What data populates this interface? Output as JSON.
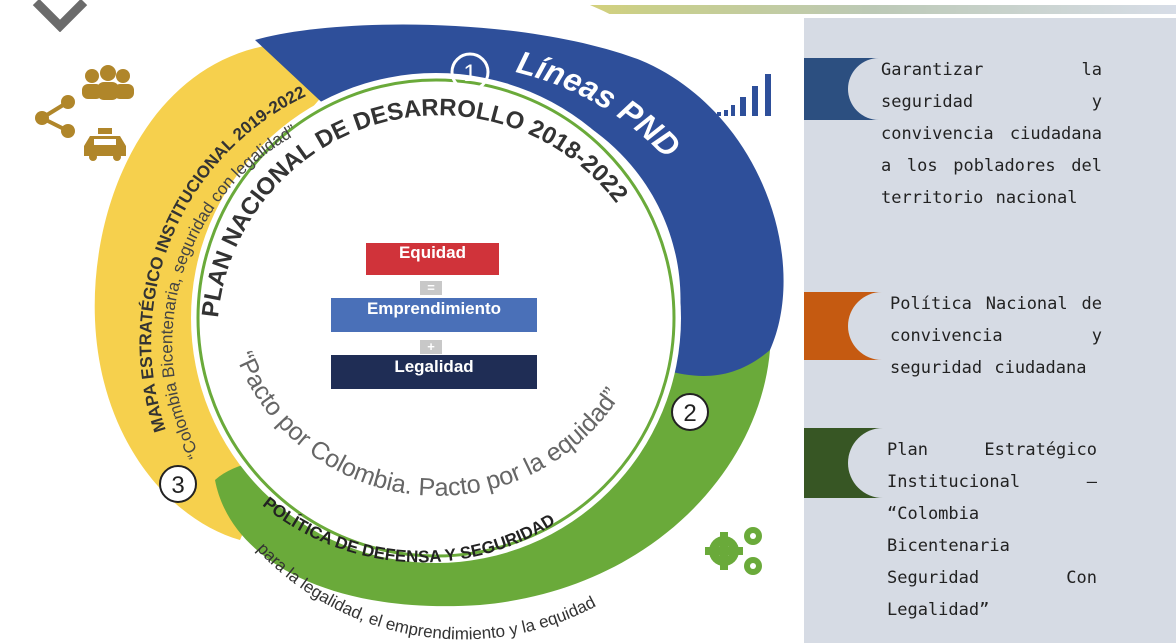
{
  "diagram": {
    "center_title": "PLAN NACIONAL DE DESARROLLO 2018-2022",
    "center_slogan": "“Pacto por Colombia. Pacto por la equidad”",
    "boxes": [
      {
        "label": "Equidad",
        "color": "#d0333a"
      },
      {
        "label": "Emprendimiento",
        "color": "#4a70b8"
      },
      {
        "label": "Legalidad",
        "color": "#1f2d55"
      }
    ],
    "operators": [
      "=",
      "+"
    ],
    "segments": [
      {
        "number": "1",
        "title": "Líneas PND",
        "color": "#2e4f9a"
      },
      {
        "number": "2",
        "title": "POLÍTICA DE DEFENSA Y SEGURIDAD",
        "subtitle": "para la legalidad, el emprendimiento y la equidad",
        "color": "#6aaa3a"
      },
      {
        "number": "3",
        "title": "MAPA ESTRATÉGICO INSTITUCIONAL 2019-2022",
        "subtitle": "“Colombia Bicentenaria, seguridad con legalidad”",
        "color": "#f6d04d"
      }
    ],
    "icons": [
      "share-icon",
      "people-icon",
      "taxi-icon",
      "signal-bars-icon",
      "gears-icon",
      "chevron-down-icon"
    ]
  },
  "right_panel": {
    "items": [
      {
        "text": "Garantizar la seguridad y convivencia ciudadana a los pobladores del territorio nacional",
        "color": "#2c4f80"
      },
      {
        "text": "Política Nacional de convivencia y seguridad ciudadana",
        "color": "#c55a11"
      },
      {
        "text": "Plan Estratégico Institucional – “Colombia Bicentenaria Seguridad Con Legalidad”",
        "color": "#375624"
      }
    ]
  }
}
